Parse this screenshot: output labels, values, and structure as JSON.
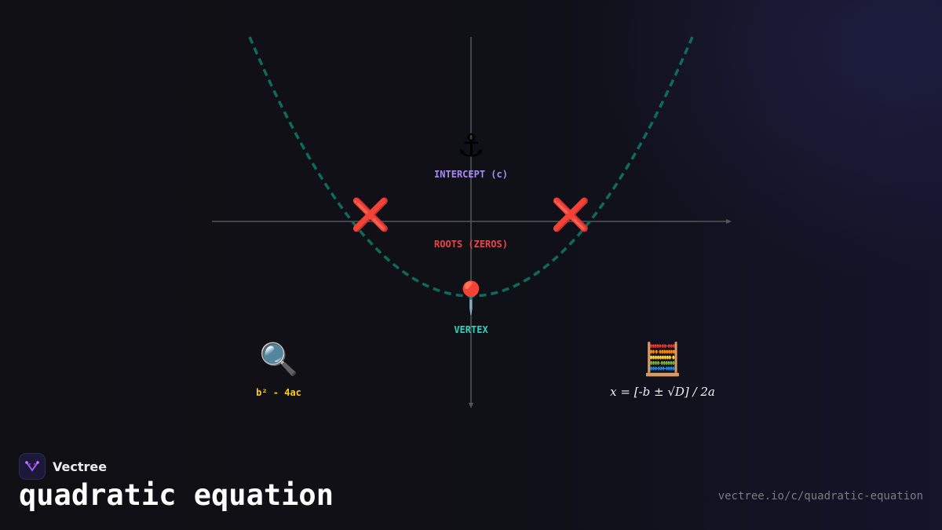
{
  "diagram": {
    "labels": {
      "intercept": "INTERCEPT (c)",
      "roots": "ROOTS (ZEROS)",
      "vertex": "VERTEX",
      "discriminant": "b² - 4ac",
      "formula": "x = [-b ± √D] / 2a"
    },
    "icons": {
      "intercept": "anchor-icon",
      "root_left": "cross-mark-icon",
      "root_right": "cross-mark-icon",
      "vertex": "pin-icon",
      "discriminant": "magnifying-glass-icon",
      "formula": "abacus-icon"
    },
    "glyphs": {
      "anchor": "⚓",
      "cross": "❌",
      "pin": "📍",
      "magnifier": "🔍",
      "abacus": "🧮"
    },
    "colors": {
      "curve": "#0e6b5a",
      "axis": "#55555c",
      "intercept": "#a78bfa",
      "roots": "#ef4444",
      "vertex": "#2dd4bf",
      "discriminant": "#facc15",
      "formula": "#f2f2f2"
    }
  },
  "footer": {
    "brand": "Vectree",
    "title": "quadratic equation",
    "url": "vectree.io/c/quadratic-equation"
  }
}
